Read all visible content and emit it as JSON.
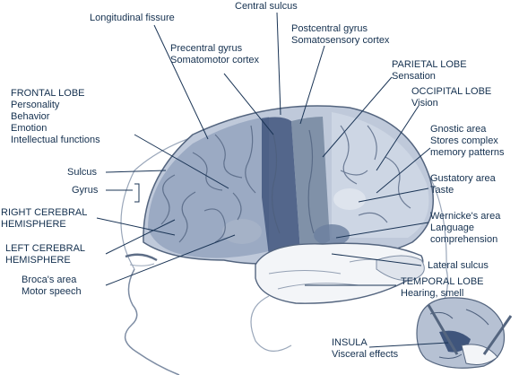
{
  "colors": {
    "label_text": "#14304f",
    "brain_light": "#bfc9da",
    "brain_mid": "#8b9cb9",
    "brain_dark": "#5d7196",
    "precentral_band": "#3f557c",
    "postcentral_band": "#74879f",
    "temporal_lobe": "#f3f5f8",
    "leader_line": "#1b3556"
  },
  "labels": {
    "longitudinal_fissure": "Longitudinal fissure",
    "central_sulcus": "Central sulcus",
    "postcentral": {
      "title": "Postcentral gyrus",
      "function": "Somatosensory cortex"
    },
    "precentral": {
      "title": "Precentral gyrus",
      "function": "Somatomotor cortex"
    },
    "parietal": {
      "title": "PARIETAL LOBE",
      "function": "Sensation"
    },
    "occipital": {
      "title": "OCCIPITAL LOBE",
      "function": "Vision"
    },
    "frontal": {
      "title": "FRONTAL LOBE",
      "functions": [
        "Personality",
        "Behavior",
        "Emotion",
        "Intellectual functions"
      ]
    },
    "gnostic": {
      "title": "Gnostic area",
      "function_1": "Stores complex",
      "function_2": "memory patterns"
    },
    "sulcus": "Sulcus",
    "gyrus": "Gyrus",
    "gustatory": {
      "title": "Gustatory area",
      "function": "Taste"
    },
    "right_hemisphere": {
      "line_1": "RIGHT CEREBRAL",
      "line_2": "HEMISPHERE"
    },
    "wernicke": {
      "title": "Wernicke's area",
      "function_1": "Language",
      "function_2": "comprehension"
    },
    "left_hemisphere": {
      "line_1": "LEFT CEREBRAL",
      "line_2": "HEMISPHERE"
    },
    "lateral_sulcus": "Lateral sulcus",
    "broca": {
      "title": "Broca's area",
      "function": "Motor speech"
    },
    "temporal": {
      "title": "TEMPORAL LOBE",
      "function": "Hearing, smell"
    },
    "insula": {
      "title": "INSULA",
      "function": "Visceral effects"
    }
  }
}
